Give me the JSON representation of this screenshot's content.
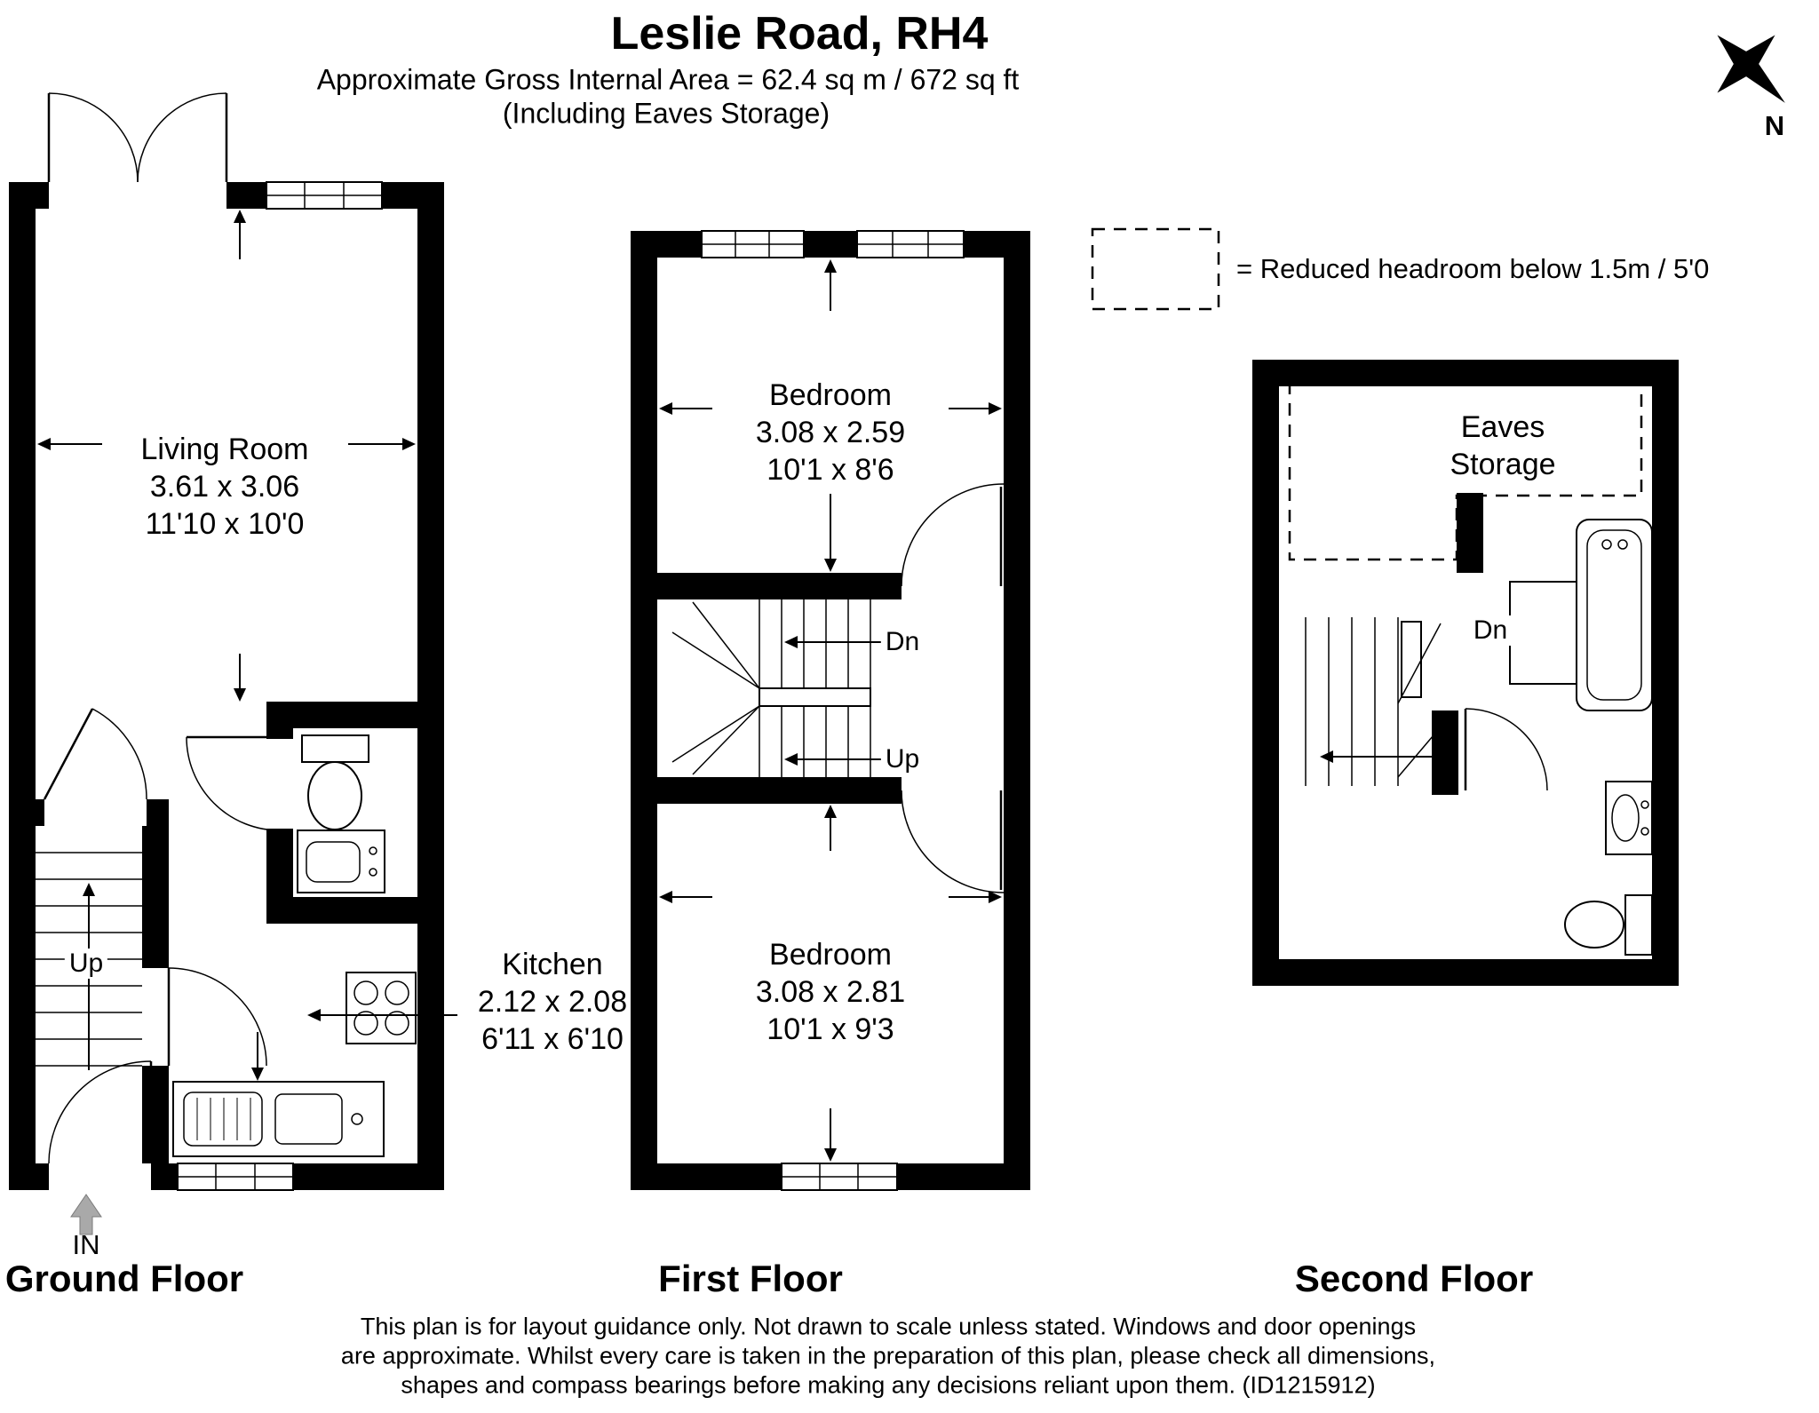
{
  "header": {
    "title": "Leslie Road, RH4",
    "subtitle1": "Approximate Gross Internal Area = 62.4 sq m / 672 sq ft",
    "subtitle2": "(Including Eaves Storage)"
  },
  "compass": {
    "north": "N"
  },
  "legend": {
    "label": "= Reduced headroom below 1.5m / 5'0"
  },
  "ground_floor": {
    "label": "Ground Floor",
    "living_room": {
      "name": "Living Room",
      "metric": "3.61 x 3.06",
      "imperial": "11'10 x 10'0"
    },
    "kitchen": {
      "name": "Kitchen",
      "metric": "2.12 x 2.08",
      "imperial": "6'11 x 6'10"
    },
    "stairs_up": "Up",
    "entrance": "IN"
  },
  "first_floor": {
    "label": "First Floor",
    "bedroom_front": {
      "name": "Bedroom",
      "metric": "3.08 x 2.59",
      "imperial": "10'1 x 8'6"
    },
    "bedroom_back": {
      "name": "Bedroom",
      "metric": "3.08 x 2.81",
      "imperial": "10'1 x 9'3"
    },
    "stairs_down": "Dn",
    "stairs_up": "Up"
  },
  "second_floor": {
    "label": "Second Floor",
    "eaves": {
      "line1": "Eaves",
      "line2": "Storage"
    },
    "stairs_down": "Dn"
  },
  "footer": {
    "line1": "This plan is for layout guidance only. Not drawn to scale unless stated. Windows and door openings",
    "line2": "are approximate. Whilst every care is taken in the preparation of this plan, please check all dimensions,",
    "line3": "shapes and compass bearings before making any decisions reliant upon them. (ID1215912)"
  }
}
